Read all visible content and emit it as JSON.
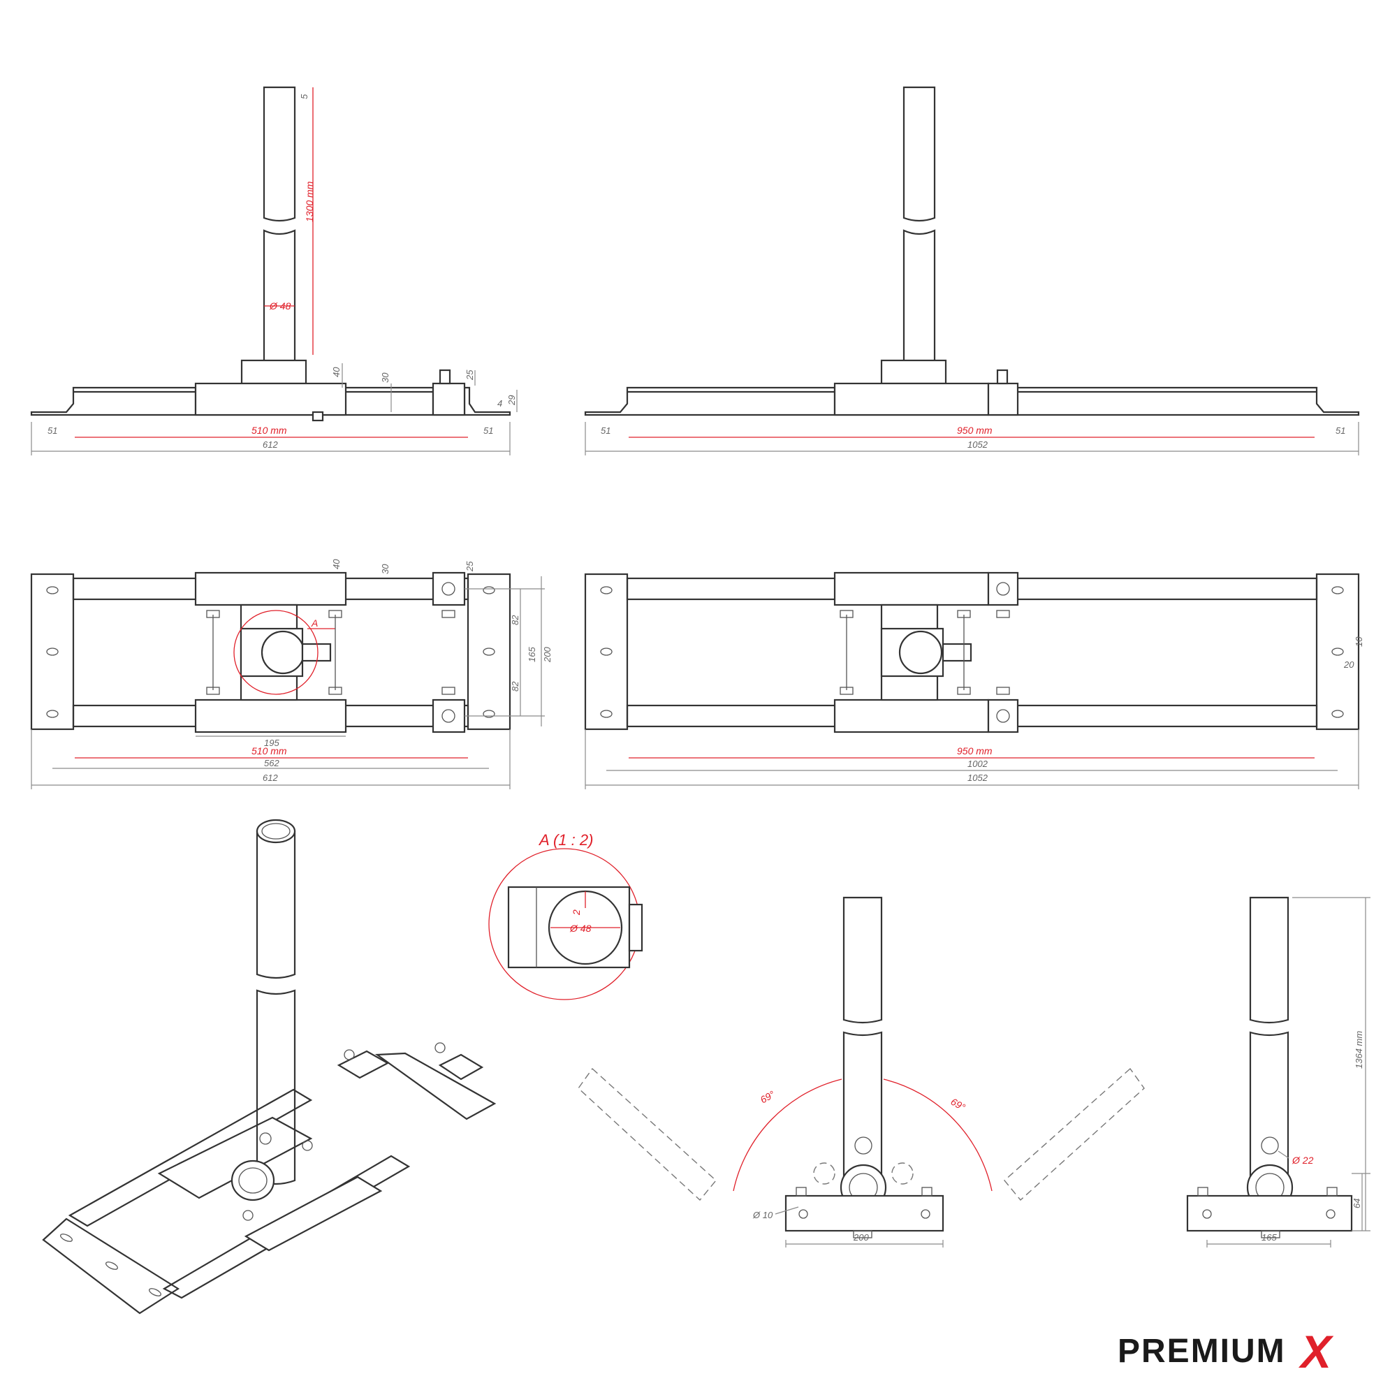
{
  "brand": {
    "text": "PREMIUM",
    "accent": "X",
    "color": "#1a1a1a",
    "accent_color": "#e0202a"
  },
  "colors": {
    "line": "#333333",
    "dimension": "#8a8a8a",
    "highlight": "#e0202a"
  },
  "view_front_small": {
    "mast_length": "1300 mm",
    "diameter": "Ø 48",
    "top": "5",
    "h40": "40",
    "h30": "30",
    "h25": "25",
    "h4": "4",
    "h29": "29",
    "left": "51",
    "span": "510 mm",
    "right": "51",
    "total": "612"
  },
  "view_front_large": {
    "left": "51",
    "span": "950 mm",
    "right": "51",
    "total": "1052"
  },
  "view_top_small": {
    "h40": "40",
    "h30": "30",
    "h25": "25",
    "detail_label": "A",
    "v82a": "82",
    "v165": "165",
    "v200": "200",
    "v82b": "82",
    "w195": "195",
    "span": "510 mm",
    "w562": "562",
    "total": "612"
  },
  "view_top_large": {
    "v10": "10",
    "v20": "20",
    "span": "950 mm",
    "w1002": "1002",
    "total": "1052"
  },
  "detail": {
    "title": "A (1 : 2)",
    "wall": "2",
    "diameter": "Ø 48"
  },
  "view_tilt": {
    "angle_left": "69°",
    "angle_right": "69°",
    "hole": "Ø 10",
    "width": "200"
  },
  "view_side": {
    "height": "1364 mm",
    "hole": "Ø 22",
    "h64": "64",
    "width": "165"
  }
}
